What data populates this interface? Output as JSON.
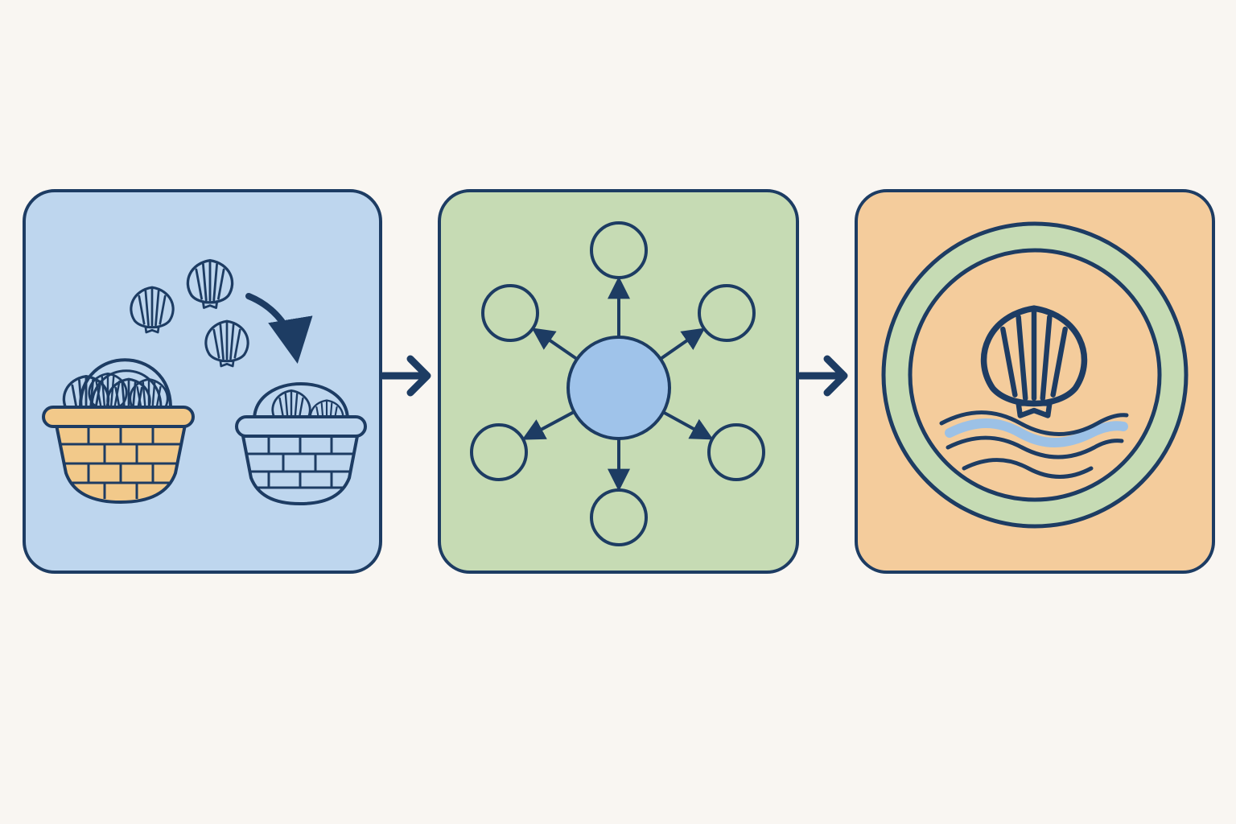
{
  "colors": {
    "background": "#f9f6f2",
    "outline": "#1d3c63",
    "panel_blue": "#bed6ee",
    "panel_green": "#c6dbb4",
    "panel_orange": "#f4cc9c",
    "shell_orange": "#f1c58f",
    "shell_white": "#ffffff",
    "shell_blue": "#9cc1e6",
    "basket_tan": "#f2c98a",
    "basket_blue": "#bed6ee",
    "node_fill": "#c6dbb4",
    "hub_fill": "#9fc3ea",
    "ring_green": "#c6dbb4",
    "wave_highlight": "#9cc1e6"
  },
  "diagram": {
    "steps": [
      {
        "id": "gather",
        "icon": "shells-into-baskets-icon"
      },
      {
        "id": "distribute",
        "icon": "hub-and-spoke-network-icon"
      },
      {
        "id": "sustain",
        "icon": "shell-over-waves-emblem-icon"
      }
    ],
    "connectors": [
      "arrow-right-icon",
      "arrow-right-icon"
    ],
    "network": {
      "spoke_count": 6
    }
  }
}
